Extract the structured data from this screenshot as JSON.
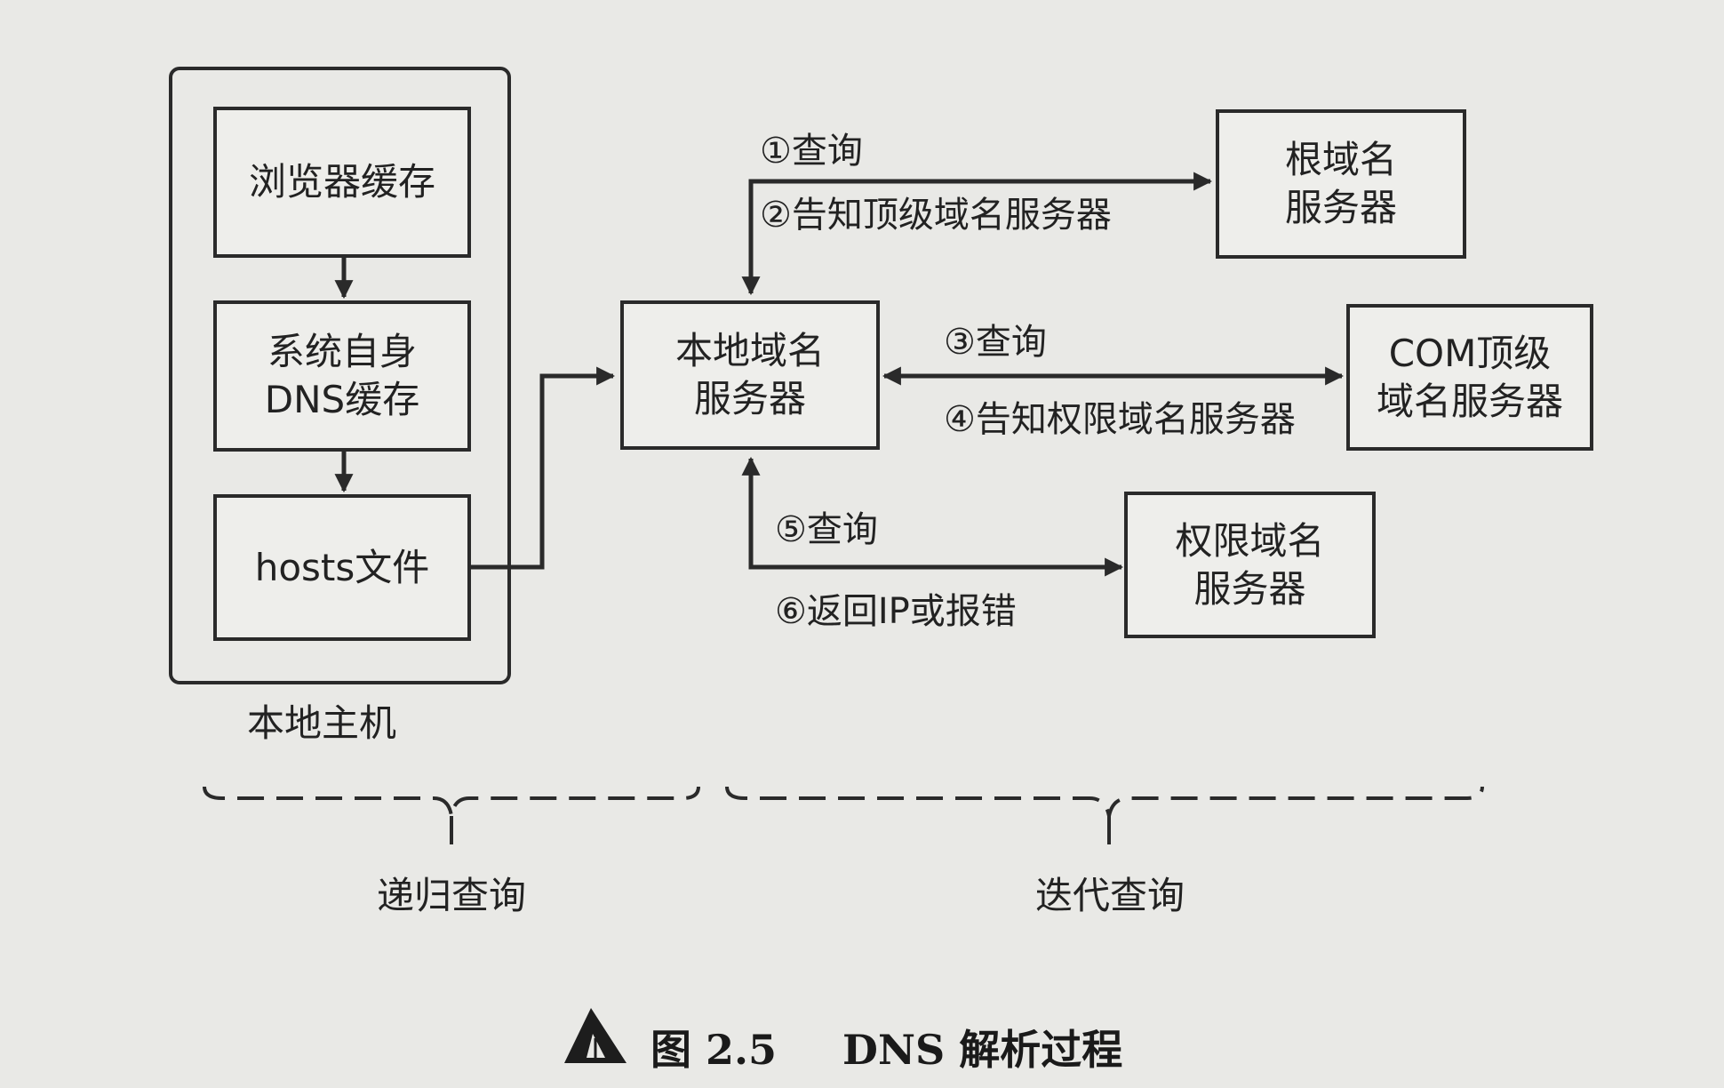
{
  "nodes": {
    "local_host_label": "本地主机",
    "browser_cache": [
      "浏览器缓存"
    ],
    "system_dns_cache": [
      "系统自身",
      "DNS缓存"
    ],
    "hosts_file": [
      "hosts文件"
    ],
    "local_dns_server": [
      "本地域名",
      "服务器"
    ],
    "root_server": [
      "根域名",
      "服务器"
    ],
    "com_server": [
      "COM顶级",
      "域名服务器"
    ],
    "authoritative_server": [
      "权限域名",
      "服务器"
    ]
  },
  "edges": {
    "step1": "①查询",
    "step2": "②告知顶级域名服务器",
    "step3": "③查询",
    "step4": "④告知权限域名服务器",
    "step5": "⑤查询",
    "step6": "⑥返回IP或报错"
  },
  "groups": {
    "recursive": "递归查询",
    "iterative": "迭代查询"
  },
  "caption": {
    "figure_no": "图 2.5",
    "title": "DNS 解析过程"
  },
  "colors": {
    "paper": "#e9e9e6",
    "ink": "#2a2a2a"
  }
}
